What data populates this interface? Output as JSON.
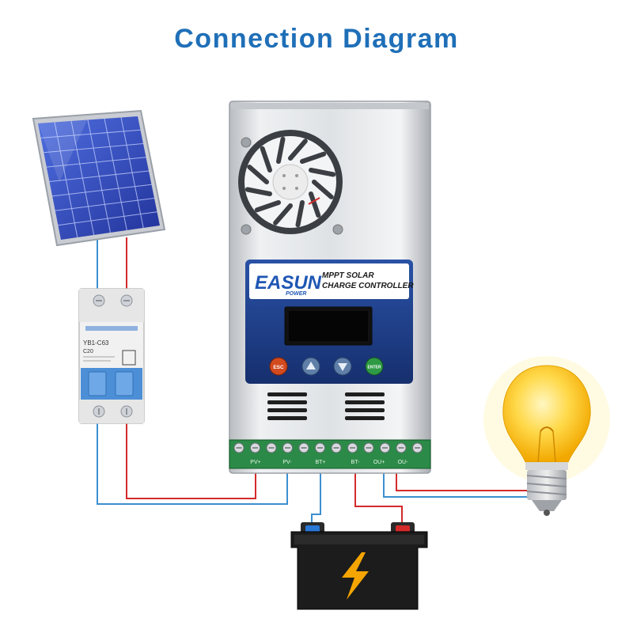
{
  "title": "Connection Diagram",
  "colors": {
    "title": "#1f6fb8",
    "wire_positive": "#d42a2a",
    "wire_negative": "#3b8fd0",
    "controller_panel": "#1e3f8a",
    "terminal_block": "#1d7a3a"
  },
  "controller": {
    "brand_main": "EASUN",
    "brand_sub": "POWER",
    "product_line1": "MPPT SOLAR",
    "product_line2": "CHARGE CONTROLLER",
    "buttons": [
      {
        "label": "ESC",
        "icon": "esc-label"
      },
      {
        "label": "",
        "icon": "triangle-up-icon"
      },
      {
        "label": "",
        "icon": "triangle-down-icon"
      },
      {
        "label": "ENTER",
        "icon": "enter-label"
      }
    ],
    "terminals": [
      "PV+",
      "PV-",
      "BT+",
      "BT-",
      "OU+",
      "OU-"
    ]
  },
  "breaker": {
    "model": "YB1-C63",
    "rating": "C20"
  },
  "icons": {
    "panel": "solar-panel-icon",
    "breaker": "circuit-breaker-icon",
    "battery": "battery-icon",
    "bolt": "lightning-bolt-icon",
    "bulb": "light-bulb-icon",
    "fan": "cooling-fan-icon"
  }
}
